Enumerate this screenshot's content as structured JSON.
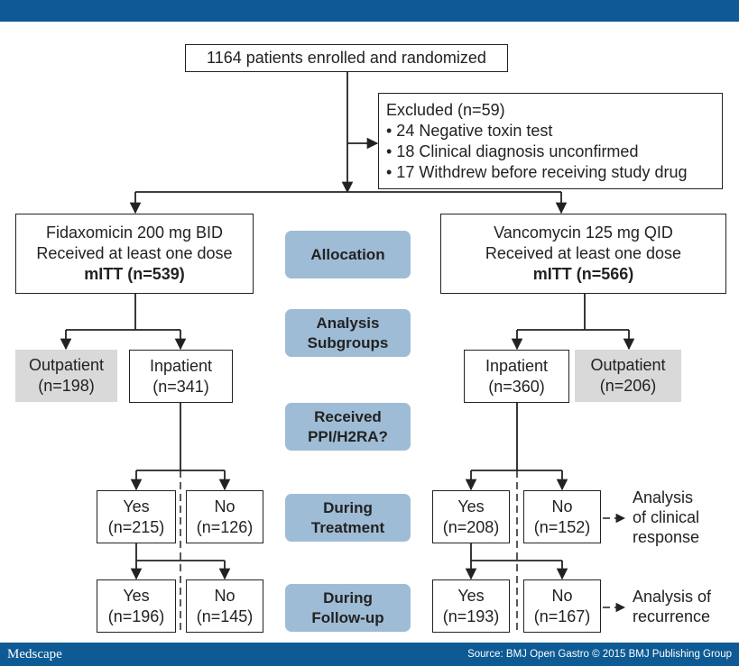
{
  "colors": {
    "bar": "#0d5a94",
    "label_fill": "#9fbcd6",
    "gray_fill": "#d9d9d9",
    "line": "#222222"
  },
  "enrolled": "1164 patients enrolled and randomized",
  "excluded": {
    "title": "Excluded (n=59)",
    "items": [
      "• 24 Negative toxin test",
      "• 18 Clinical diagnosis unconfirmed",
      "• 17 Withdrew before receiving study drug"
    ]
  },
  "fidaxomicin": {
    "line1": "Fidaxomicin 200 mg BID",
    "line2": "Received at least one dose",
    "mitt": "mITT (n=539)",
    "outpatient": {
      "label": "Outpatient",
      "n": "(n=198)"
    },
    "inpatient": {
      "label": "Inpatient",
      "n": "(n=341)"
    },
    "treat_yes": {
      "label": "Yes",
      "n": "(n=215)"
    },
    "treat_no": {
      "label": "No",
      "n": "(n=126)"
    },
    "follow_yes": {
      "label": "Yes",
      "n": "(n=196)"
    },
    "follow_no": {
      "label": "No",
      "n": "(n=145)"
    }
  },
  "vancomycin": {
    "line1": "Vancomycin 125 mg QID",
    "line2": "Received at least one dose",
    "mitt": "mITT (n=566)",
    "inpatient": {
      "label": "Inpatient",
      "n": "(n=360)"
    },
    "outpatient": {
      "label": "Outpatient",
      "n": "(n=206)"
    },
    "treat_yes": {
      "label": "Yes",
      "n": "(n=208)"
    },
    "treat_no": {
      "label": "No",
      "n": "(n=152)"
    },
    "follow_yes": {
      "label": "Yes",
      "n": "(n=193)"
    },
    "follow_no": {
      "label": "No",
      "n": "(n=167)"
    }
  },
  "stages": {
    "allocation": [
      "Allocation"
    ],
    "subgroups": [
      "Analysis",
      "Subgroups"
    ],
    "ppi": [
      "Received",
      "PPI/H2RA?"
    ],
    "during_treatment": [
      "During",
      "Treatment"
    ],
    "during_followup": [
      "During",
      "Follow-up"
    ]
  },
  "annotations": {
    "clinical": [
      "Analysis",
      "of clinical",
      "response"
    ],
    "recurrence": [
      "Analysis of",
      "recurrence"
    ]
  },
  "footer": {
    "brand": "Medscape",
    "source": "Source: BMJ Open Gastro © 2015 BMJ Publishing Group"
  }
}
